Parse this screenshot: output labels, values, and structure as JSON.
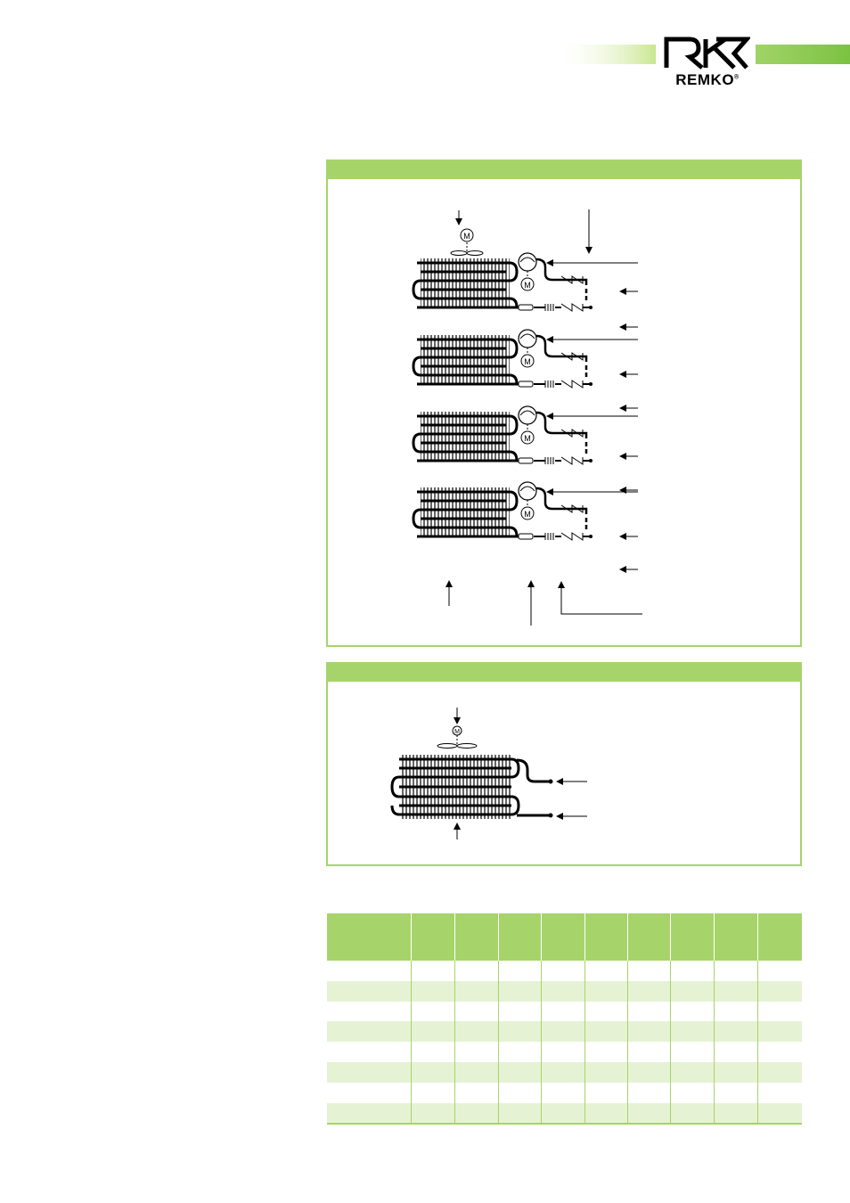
{
  "brand": {
    "logo_text": "REMKO",
    "registered_mark": "®",
    "accent_color": "#a6d46a",
    "accent_light": "#e6f2d4"
  },
  "panels": {
    "refrigerant_diagram": {
      "bar_color": "#a6d46a",
      "motor_label": "M",
      "circuit_count": 4
    },
    "coil_diagram": {
      "bar_color": "#a6d46a",
      "motor_label": "M"
    }
  },
  "table": {
    "column_count": 10,
    "row_count": 8
  }
}
